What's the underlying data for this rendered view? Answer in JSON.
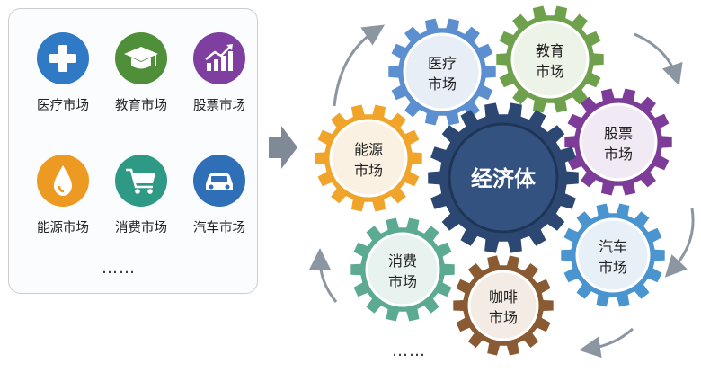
{
  "categories": [
    {
      "label": "医疗市场",
      "icon": "medical-cross-icon",
      "color": "#2f79c5"
    },
    {
      "label": "教育市场",
      "icon": "graduation-cap-icon",
      "color": "#4f8f3a"
    },
    {
      "label": "股票市场",
      "icon": "stock-chart-icon",
      "color": "#7e3fa0"
    },
    {
      "label": "能源市场",
      "icon": "flame-drop-icon",
      "color": "#ec9a22"
    },
    {
      "label": "消费市场",
      "icon": "shopping-cart-icon",
      "color": "#2e9a86"
    },
    {
      "label": "汽车市场",
      "icon": "car-icon",
      "color": "#2f6fb8"
    }
  ],
  "more_left": "……",
  "hub": {
    "label": "经济体",
    "color": "#2c4872"
  },
  "gears": [
    {
      "line1": "医疗",
      "line2": "市场",
      "color": "#5b8fd0",
      "inner": "#e8eef6"
    },
    {
      "line1": "教育",
      "line2": "市场",
      "color": "#6fa14d",
      "inner": "#eef3e8"
    },
    {
      "line1": "股票",
      "line2": "市场",
      "color": "#7d3c98",
      "inner": "#f1eaf4"
    },
    {
      "line1": "汽车",
      "line2": "市场",
      "color": "#4a94cf",
      "inner": "#e8f0f7"
    },
    {
      "line1": "咖啡",
      "line2": "市场",
      "color": "#8a5a32",
      "inner": "#f4ece4"
    },
    {
      "line1": "消费",
      "line2": "市场",
      "color": "#5daa93",
      "inner": "#e8f3ef"
    },
    {
      "line1": "能源",
      "line2": "市场",
      "color": "#f0a52a",
      "inner": "#fbf1e2"
    }
  ],
  "more_bottom": "……"
}
